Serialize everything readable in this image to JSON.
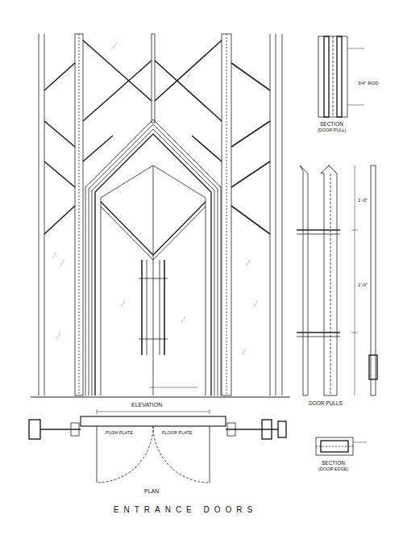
{
  "diagram": {
    "title": "ENTRANCE DOORS",
    "labels": [
      "SECTION",
      "(DOOR PULL)",
      "DOOR PULLS",
      "SECTION",
      "(DOOR EDGE)",
      "ELEVATION",
      "PLAN",
      "PUSH PLATE",
      "FLOOR PLATE",
      "1'-0\"",
      "1'-0\"",
      "3/4\" ROD"
    ]
  }
}
